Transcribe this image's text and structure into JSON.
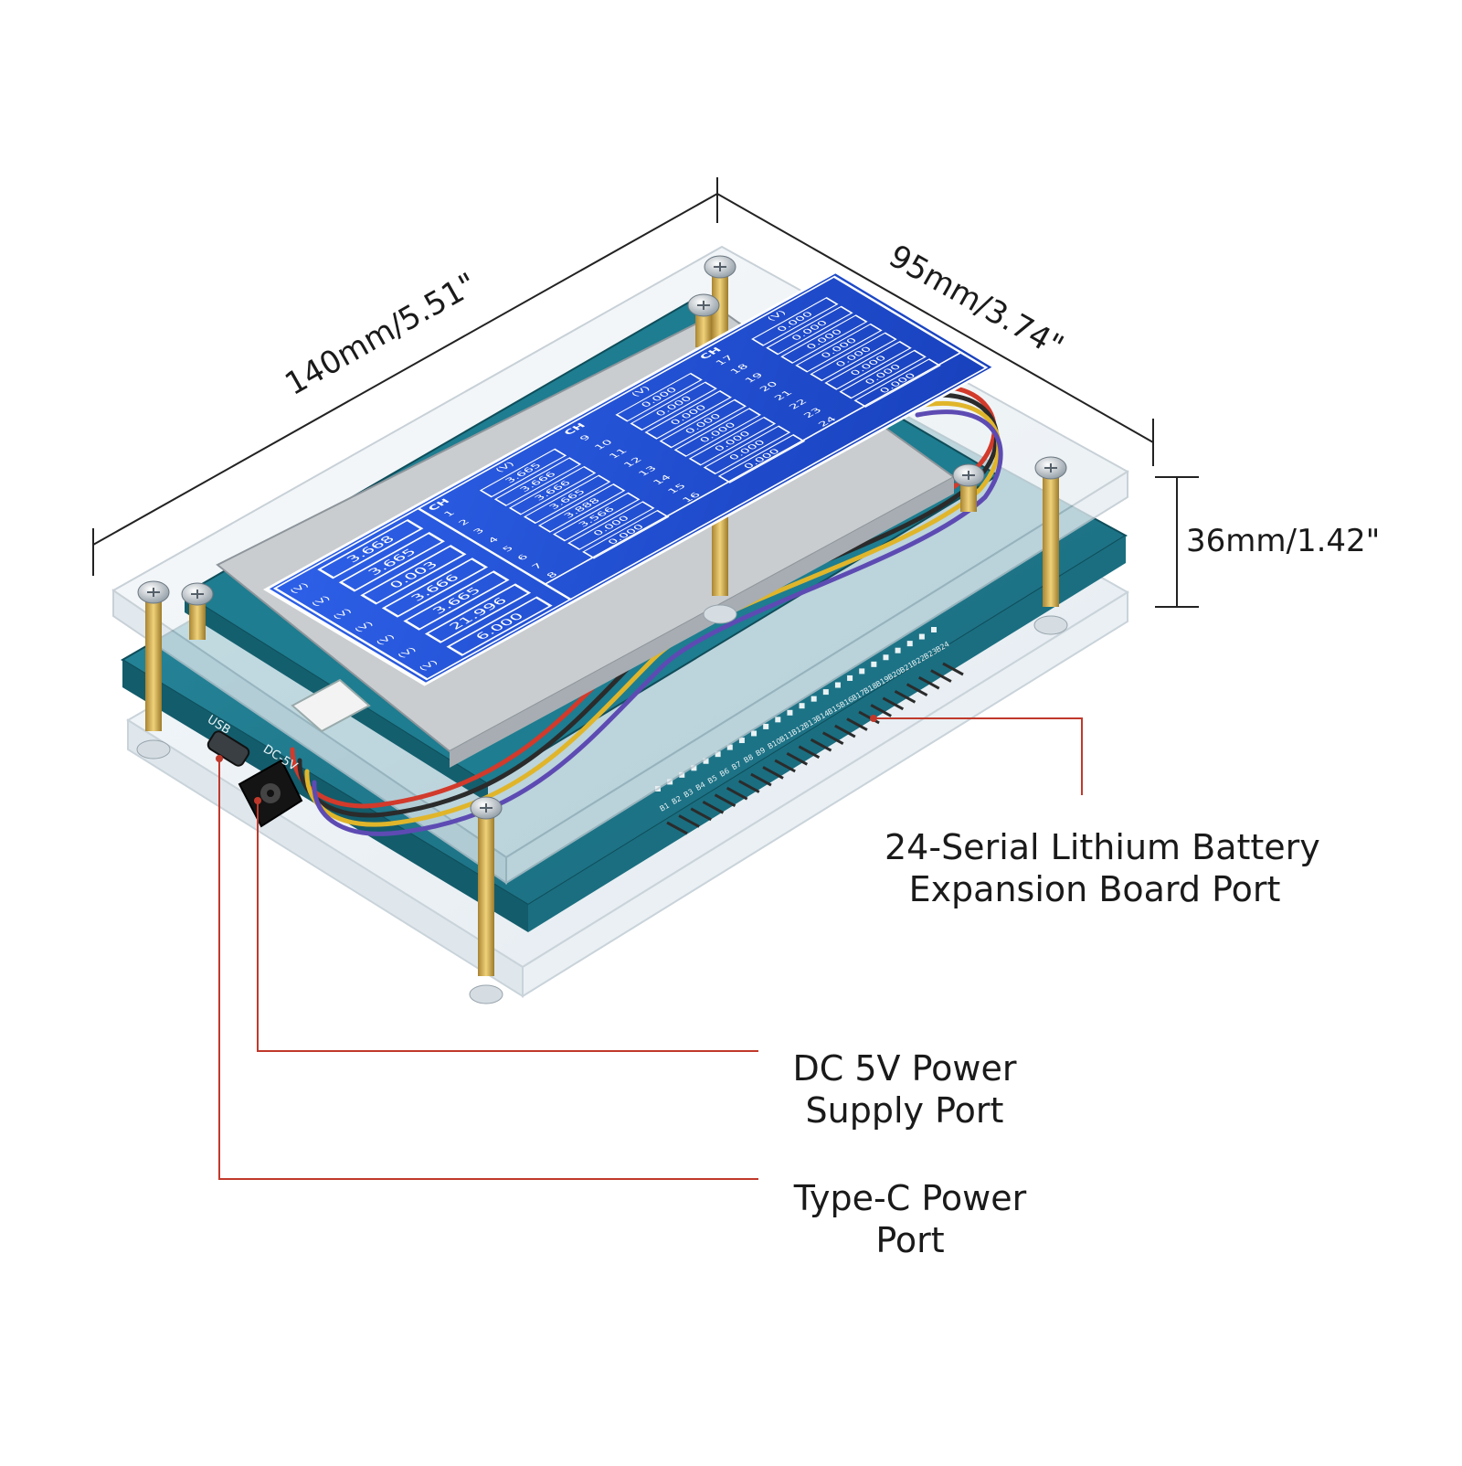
{
  "dimensions": {
    "length": "140mm/5.51\"",
    "width": "95mm/3.74\"",
    "height": "36mm/1.42\""
  },
  "callouts": {
    "expansion_port": {
      "line1": "24-Serial Lithium Battery",
      "line2": "Expansion Board Port"
    },
    "dc_port": {
      "line1": "DC 5V Power",
      "line2": "Supply Port"
    },
    "typec_port": {
      "line1": "Type-C Power",
      "line2": "Port"
    }
  },
  "board_silkscreen": {
    "usb": "USB",
    "dc": "DC-5V"
  },
  "screen": {
    "left_panel_unit": "(V)",
    "left_panel_values": [
      "3.668",
      "3.665",
      "0.003",
      "3.666",
      "3.665",
      "21.996",
      "6.000"
    ],
    "col_header_ch": "CH",
    "col_header_v": "(V)",
    "channels_1_8": [
      "1",
      "2",
      "3",
      "4",
      "5",
      "6",
      "7",
      "8"
    ],
    "values_1_8": [
      "3.665",
      "3.666",
      "3.666",
      "3.665",
      "3.888",
      "3.566",
      "0.000",
      "0.000"
    ],
    "channels_9_16": [
      "9",
      "10",
      "11",
      "12",
      "13",
      "14",
      "15",
      "16"
    ],
    "values_9_16": [
      "0.000",
      "0.000",
      "0.000",
      "0.000",
      "0.000",
      "0.000",
      "0.000",
      "0.000"
    ],
    "channels_17_24": [
      "17",
      "18",
      "19",
      "20",
      "21",
      "22",
      "23",
      "24"
    ],
    "values_17_24": [
      "0.000",
      "0.000",
      "0.000",
      "0.000",
      "0.000",
      "0.000",
      "0.000",
      "0.000"
    ]
  },
  "header_pins": [
    "B1",
    "B2",
    "B3",
    "B4",
    "B5",
    "B6",
    "B7",
    "B8",
    "B9",
    "B10",
    "B11",
    "B12",
    "B13",
    "B14",
    "B15",
    "B16",
    "B17",
    "B18",
    "B19",
    "B20",
    "B21",
    "B22",
    "B23",
    "B24"
  ],
  "colors": {
    "callout_line": "#c0392b",
    "lcd_blue": "#1f4fd6",
    "pcb_teal": "#1f7a8c"
  }
}
